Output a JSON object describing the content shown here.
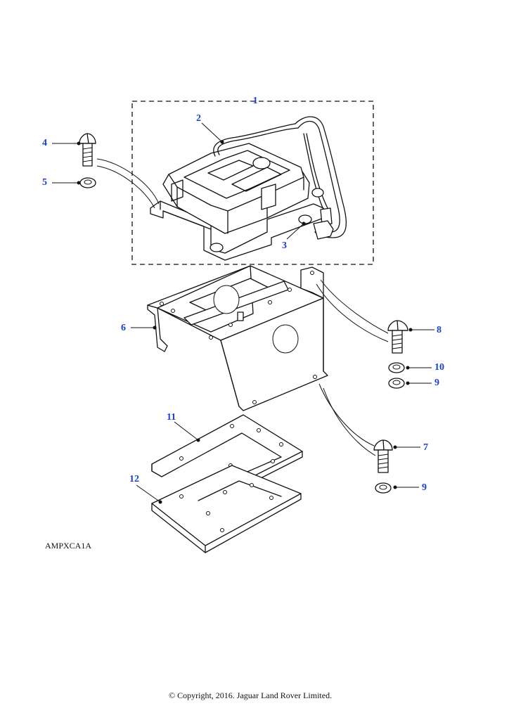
{
  "diagram": {
    "callouts": {
      "c1": "-1",
      "c2": "2",
      "c3": "3",
      "c4": "4",
      "c5": "5",
      "c6": "6",
      "c7": "7",
      "c8": "8",
      "c9a": "9",
      "c9b": "9",
      "c10": "10",
      "c11": "11",
      "c12": "12"
    },
    "illustration_code": "AMPXCA1A",
    "copyright": "© Copyright, 2016. Jaguar Land Rover Limited."
  },
  "colors": {
    "callout": "#1a3fcf",
    "line": "#111111",
    "background": "#ffffff"
  }
}
